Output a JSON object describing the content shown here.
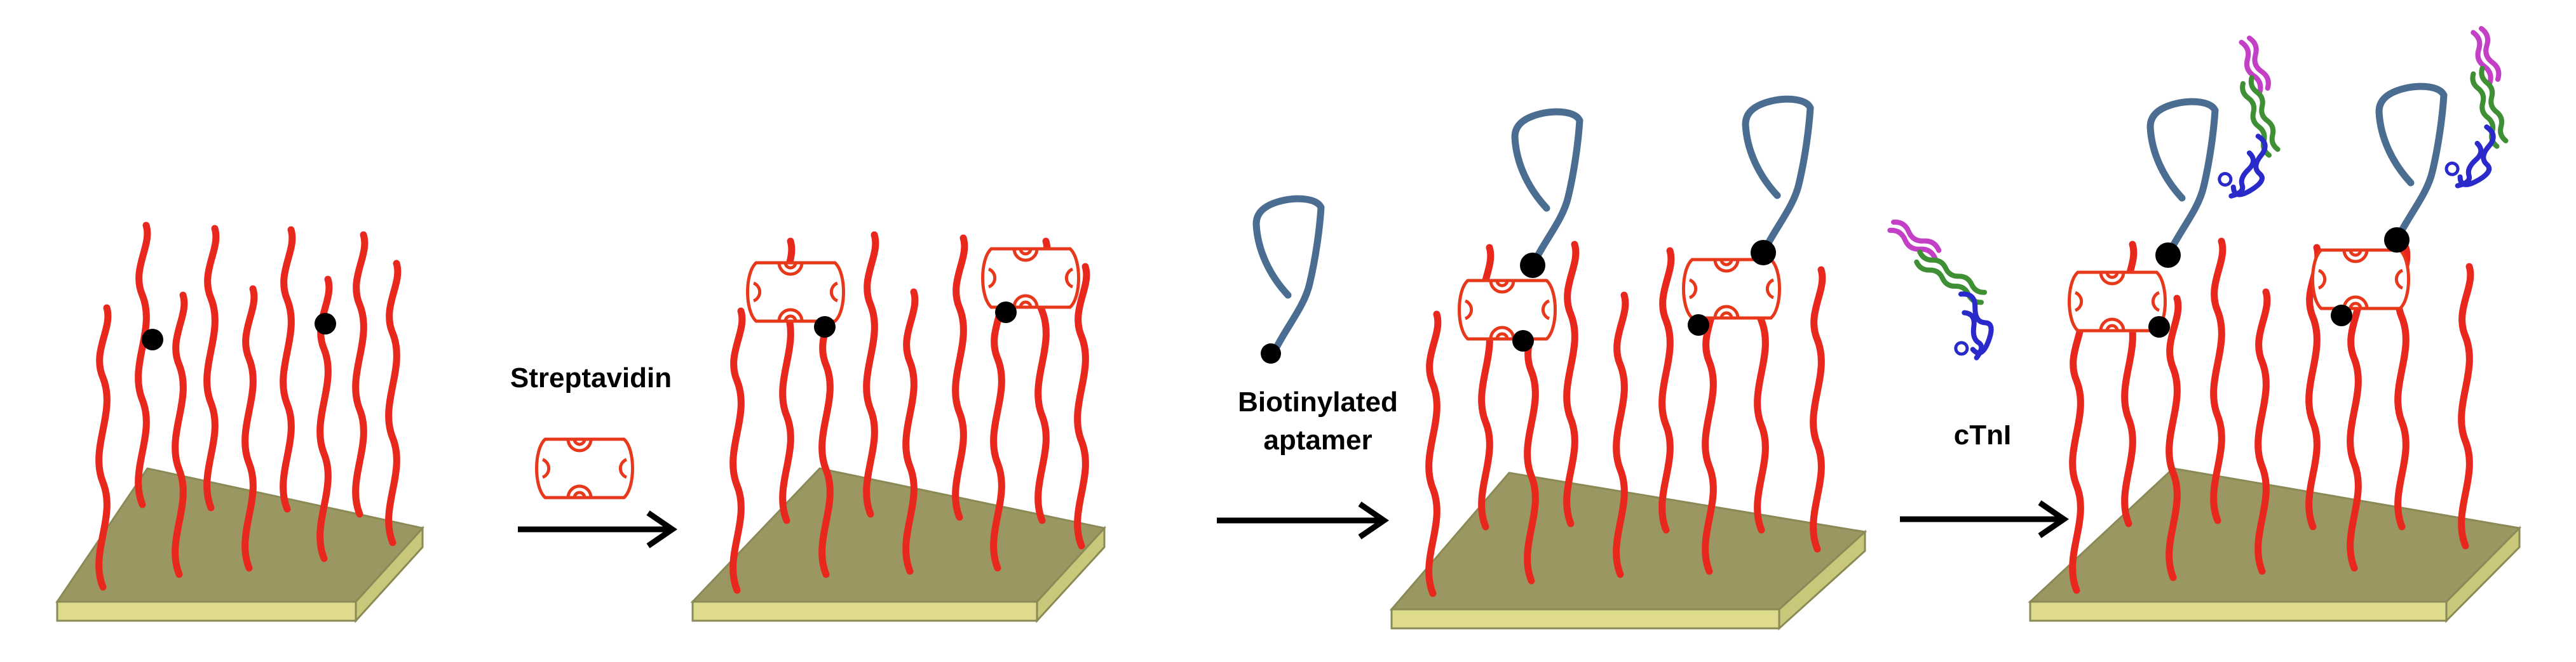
{
  "labels": {
    "step1": "Streptavidin",
    "step2_line1": "Biotinylated",
    "step2_line2": "aptamer",
    "step3": "cTnI"
  },
  "icons": {
    "substrate": "gold-substrate-plate",
    "linker": "red-polymer-linker",
    "biotin": "biotin-dot",
    "streptavidin": "streptavidin-tetramer",
    "aptamer": "aptamer-strand",
    "protein": "ctni-protein-ribbon",
    "arrow": "right-arrow"
  },
  "colors": {
    "substrate_top": "#9b9762",
    "substrate_front": "#dedc8c",
    "substrate_side": "#c9c87a",
    "substrate_edge": "#8a8a56",
    "linker": "#e8281c",
    "biotin": "#000000",
    "streptavidin": "#e8381c",
    "aptamer": "#4a6d91",
    "protein_magenta": "#c23fc6",
    "protein_green": "#3f8f35",
    "protein_blue": "#2a2acb",
    "arrow": "#000000"
  }
}
